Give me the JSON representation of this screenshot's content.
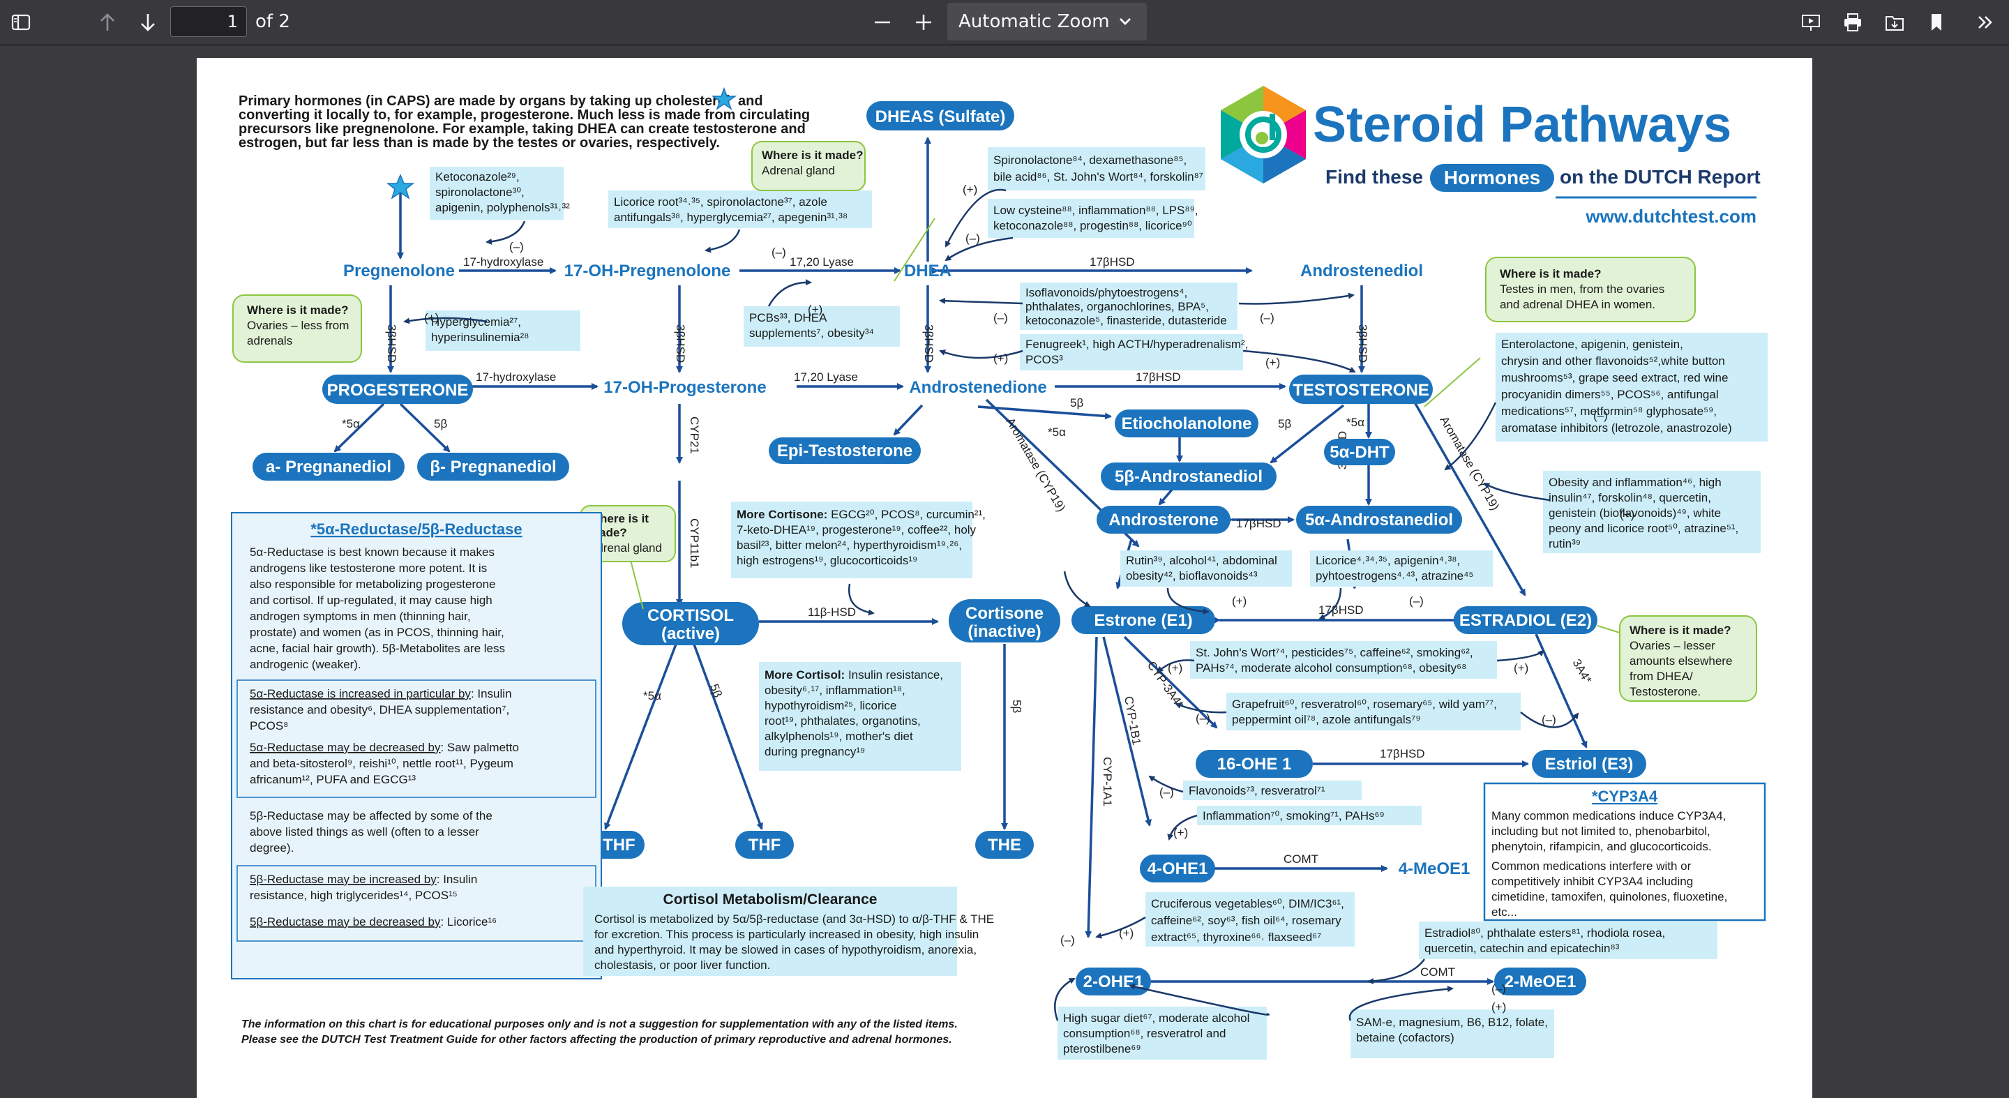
{
  "toolbar": {
    "page_current": "1",
    "page_of": "of 2",
    "zoom": "Automatic Zoom"
  },
  "icons": [
    "sidebar-toggle-icon",
    "arrow-up-icon",
    "arrow-down-icon",
    "minus-icon",
    "plus-icon",
    "chevron-down-icon",
    "presentation-icon",
    "print-icon",
    "download-icon",
    "bookmark-icon",
    "double-chevron-right-icon"
  ],
  "colors": {
    "toolbar": "#38383d",
    "brand_blue": "#1b74bd",
    "cyan_box": "#cdeef8",
    "green_box": "#e2f2d6",
    "green_border": "#8cc63f"
  },
  "doc": {
    "intro": [
      "Primary hormones (in CAPS) are made by organs by taking up cholesterol",
      "and",
      "converting it locally to, for example,  progesterone. Much less is made from circulating",
      "precursors like pregnenolone. For example, taking DHEA can create testosterone and",
      "estrogen, but far less than is made by the testes or ovaries, respectively."
    ],
    "title": "Steroid Pathways",
    "subtitle_pre": "Find these",
    "subtitle_pill": "Hormones",
    "subtitle_post": "on the DUTCH Report",
    "url": "www.dutchtest.com",
    "nodes": {
      "dheas": "DHEAS (Sulfate)",
      "pregnenolone": "Pregnenolone",
      "oh_pregnenolone": "17-OH-Pregnenolone",
      "dhea": "DHEA",
      "androstenediol": "Androstenediol",
      "progesterone": "PROGESTERONE",
      "oh_progesterone": "17-OH-Progesterone",
      "androstenedione": "Androstenedione",
      "testosterone": "TESTOSTERONE",
      "a_pregnanediol": "a- Pregnanediol",
      "b_pregnanediol": "β- Pregnanediol",
      "epi_testosterone": "Epi-Testosterone",
      "etiocholanolone": "Etiocholanolone",
      "b5_androstanediol": "5β-Androstanediol",
      "a5_dht": "5α-DHT",
      "androsterone": "Androsterone",
      "a5_androstanediol": "5α-Androstanediol",
      "cortisol_1": "CORTISOL",
      "cortisol_2": "(active)",
      "cortisone_1": "Cortisone",
      "cortisone_2": "(inactive)",
      "estrone": "Estrone (E1)",
      "estradiol": "ESTRADIOL (E2)",
      "ohe16": "16-OHE 1",
      "estriol": "Estriol (E3)",
      "ohe4": "4-OHE1",
      "meoe4": "4-MeOE1",
      "ohe2": "2-OHE1",
      "meoe2": "2-MeOE1",
      "athf": "α-THF",
      "thf": "THF",
      "the": "THE"
    },
    "edges": {
      "hydroxylase_1": "17-hydroxylase",
      "hydroxylase_2": "17-hydroxylase",
      "lyase_1": "17,20 Lyase",
      "lyase_2": "17,20 Lyase",
      "hsd17_1": "17βHSD",
      "hsd17_2": "17βHSD",
      "hsd17_3": "17βHSD",
      "hsd17_4": "17βHSD",
      "hsd17_5": "17βHSD",
      "hsd3_1": "3βHSD",
      "hsd3_2": "3βHSD",
      "hsd3_3": "3βHSD",
      "hsd3_4": "3βHSD",
      "hsd3a": "3αHSD",
      "cyp21": "CYP21",
      "cyp11b1": "CYP11b1",
      "hsd11": "11β-HSD",
      "aromatase_1": "Aromatase (CYP19)",
      "aromatase_2": "Aromatase (CYP19)",
      "b5": "5β",
      "a5": "*5α",
      "cyp3a4": "CYP-3A4*",
      "a3a4": "3A4*",
      "cyp1b1": "CYP-1B1",
      "cyp1a1": "CYP-1A1",
      "comt_1": "COMT",
      "comt_2": "COMT",
      "plus": "(+)",
      "minus": "(–)"
    },
    "boxes": {
      "ketoconazole": [
        "Ketoconazole²⁹,",
        "spironolactone³⁰,",
        "apigenin, polyphenols³¹˒³²"
      ],
      "licorice_root": [
        "Licorice root³⁴˒³⁵, spironolactone³⁷, azole",
        "antifungals³⁸, hyperglycemia²⁷, apegenin³¹˒³⁸"
      ],
      "spironolactone": [
        "Spironolactone⁸⁴, dexamethasone⁸⁵,",
        "bile acid⁸⁶, St. John's Wort⁸⁴, forskolin⁸⁷"
      ],
      "low_cysteine": [
        "Low cysteine⁸⁸, inflammation⁸⁸, LPS⁸⁹,",
        "ketoconazole⁸⁸, progestin⁸⁸, licorice⁹⁰"
      ],
      "isoflavonoids": [
        "Isoflavonoids/phytoestrogens⁴,",
        "phthalates, organochlorines, BPA⁵,",
        "ketoconazole⁵, finasteride, dutasteride"
      ],
      "fenugreek": [
        "Fenugreek¹, high ACTH/hyperadrenalism²,",
        "PCOS³"
      ],
      "hyperglycemia": [
        "Hyperglycemia²⁷,",
        "hyperinsulinemia²⁸"
      ],
      "pcbs": [
        "PCBs³³, DHEA",
        "supplements⁷, obesity³⁴"
      ],
      "enterolactone": [
        "Enterolactone, apigenin, genistein,",
        "chrysin and other flavonoids⁵²,white button",
        "mushrooms⁵³, grape seed extract, red wine",
        "procyanidin dimers⁵⁵, PCOS⁵⁶, antifungal",
        "medications⁵⁷, metformin⁵⁸ glyphosate⁵⁹,",
        "aromatase inhibitors (letrozole, anastrozole)"
      ],
      "obesity_inflammation": [
        "Obesity and inflammation⁴⁶, high",
        "insulin⁴⁷, forskolin⁴⁸, quercetin,",
        "genistein (bioflavonoids)⁴⁹, white",
        "peony and licorice root⁵⁰, atrazine⁵¹,",
        "rutin³⁹"
      ],
      "more_cortisone_title": "More Cortisone:",
      "more_cortisone": [
        " EGCG²⁰, PCOS⁸, curcumin²¹,",
        "7-keto-DHEA¹⁹, progesterone¹⁹, coffee²², holy",
        "basil²³, bitter melon²⁴, hyperthyroidism¹⁹˒²⁶,",
        "high estrogens¹⁹, glucocorticoids¹⁹"
      ],
      "more_cortisol_title": "More Cortisol:",
      "more_cortisol": [
        " Insulin resistance,",
        "obesity⁶˒¹⁷,  inflammation¹⁸,",
        "hypothyroidism²⁵, licorice",
        "root¹⁹, phthalates, organotins,",
        "alkylphenols¹⁹, mother's diet",
        "during pregnancy¹⁹"
      ],
      "rutin": [
        "Rutin³⁹, alcohol⁴¹, abdominal",
        "obesity⁴², bioflavonoids⁴³"
      ],
      "licorice_right": [
        "Licorice⁴˒³⁴˒³⁵, apigenin⁴˒³⁸,",
        "pyhtoestrogens⁴˒⁴³, atrazine⁴⁵"
      ],
      "st_johns": [
        "St. John's Wort⁷⁴, pesticides⁷⁵, caffeine⁶², smoking⁶²,",
        "PAHs⁷⁴, moderate alcohol consumption⁶⁸, obesity⁶⁸"
      ],
      "grapefruit": [
        "Grapefruit⁶⁰, resveratrol⁶⁰, rosemary⁶⁵, wild yam⁷⁷,",
        "peppermint oil⁷⁸, azole antifungals⁷⁹"
      ],
      "flavonoids": [
        "Flavonoids⁷³, resveratrol⁷¹"
      ],
      "inflammation": [
        "Inflammation⁷⁰, smoking⁷¹, PAHs⁶⁹"
      ],
      "cruciferous": [
        "Cruciferous vegetables⁶⁰, DIM/IC3⁶¹,",
        "caffeine⁶², soy⁶³, fish oil⁶⁴, rosemary",
        "extract⁶⁵, thyroxine⁶⁶˒ flaxseed⁶⁷"
      ],
      "estradiol_box": [
        "Estradiol⁸⁰, phthalate esters⁸¹, rhodiola rosea,",
        "quercetin, catechin and epicatechin⁸³"
      ],
      "high_sugar": [
        "High sugar diet⁶⁷, moderate alcohol",
        "consumption⁶⁸, resveratrol and",
        "pterostilbene⁶⁹"
      ],
      "same": [
        "SAM-e, magnesium, B6, B12, folate,",
        "betaine (cofactors)"
      ]
    },
    "where": {
      "q": "Where is it made?",
      "dheas": "Adrenal gland",
      "progesterone": [
        "Ovaries – less from",
        "adrenals"
      ],
      "testosterone": [
        "Testes in men, from the ovaries",
        "and adrenal DHEA in women."
      ],
      "cortisol_q": [
        "Where is it",
        "made?"
      ],
      "cortisol": "Adrenal gland",
      "estradiol": [
        "Ovaries – lesser",
        "amounts elsewhere",
        "from DHEA/",
        "Testosterone."
      ]
    },
    "reductase": {
      "title": "*5α-Reductase/5β-Reductase",
      "body": [
        "5α-Reductase is best known because it makes",
        "androgens like testosterone more potent. It is",
        "also responsible for metabolizing progesterone",
        "and cortisol. If up-regulated, it may cause high",
        "androgen symptoms in men (thinning hair,",
        "prostate) and women (as in PCOS, thinning hair,",
        "acne, facial hair growth). 5β-Metabolites are less",
        "androgenic (weaker)."
      ],
      "inc_head": "5α-Reductase is increased in particular by",
      "inc_body": [
        ":  Insulin",
        "resistance and obesity⁶, DHEA supplementation⁷,",
        "PCOS⁸"
      ],
      "dec_head": "5α-Reductase may be decreased by",
      "dec_body": [
        ":  Saw palmetto",
        "and beta-sitosterol⁹, reishi¹⁰, nettle root¹¹, Pygeum",
        "africanum¹², PUFA and EGCG¹³"
      ],
      "b_affect": [
        "5β-Reductase may be affected by some of the",
        "above listed things as well (often to a lesser",
        "degree)."
      ],
      "b_inc_head": "5β-Reductase may be increased by",
      "b_inc_body": [
        ":  Insulin",
        "resistance, high triglycerides¹⁴, PCOS¹⁵"
      ],
      "b_dec_head": "5β-Reductase may be decreased by",
      "b_dec_body": ":  Licorice¹⁶"
    },
    "clearance": {
      "title": "Cortisol Metabolism/Clearance",
      "body": [
        "Cortisol is metabolized by 5α/5β-reductase (and 3α-HSD) to α/β-THF & THE",
        "for excretion. This process is particularly increased in obesity, high insulin",
        "and hyperthyroid. It may be slowed in cases of hypothyroidism, anorexia,",
        "cholestasis, or poor liver function."
      ]
    },
    "cyp3a4": {
      "title": "*CYP3A4",
      "body": [
        "Many common medications induce CYP3A4,",
        "including but not limited to, phenobarbitol,",
        "phenytoin, rifampicin, and glucocorticoids."
      ],
      "body2": [
        "Common medications interfere with or",
        "competitively inhibit CYP3A4 including",
        "cimetidine, tamoxifen, quinolones, fluoxetine,",
        "etc..."
      ]
    },
    "disclaimer": [
      "The information on this chart is for educational purposes only and is not a suggestion for supplementation with any of the listed items.",
      "Please see the DUTCH Test Treatment Guide for other factors affecting the production of primary reproductive and adrenal hormones."
    ]
  }
}
